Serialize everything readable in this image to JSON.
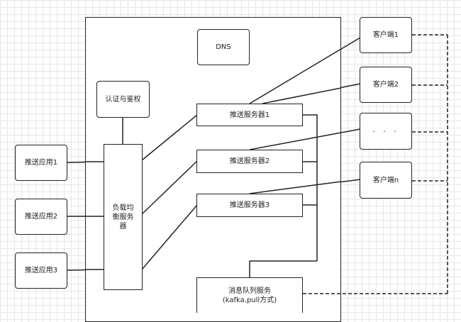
{
  "nodes": {
    "dns": "DNS",
    "auth": "认证与鉴权",
    "push_server_1": "推送服务器1",
    "push_server_2": "推送服务器2",
    "push_server_3": "推送服务器3",
    "load_balancer": "负载均\n衡服务\n器",
    "mq_service": "消息队列服务\n(kafka,pull方式)",
    "push_app_1": "推送应用1",
    "push_app_2": "推送应用2",
    "push_app_3": "推送应用3",
    "client_1": "客户端1",
    "client_2": "客户端2",
    "client_ellipsis": "· · ·",
    "client_n": "客户端n"
  }
}
